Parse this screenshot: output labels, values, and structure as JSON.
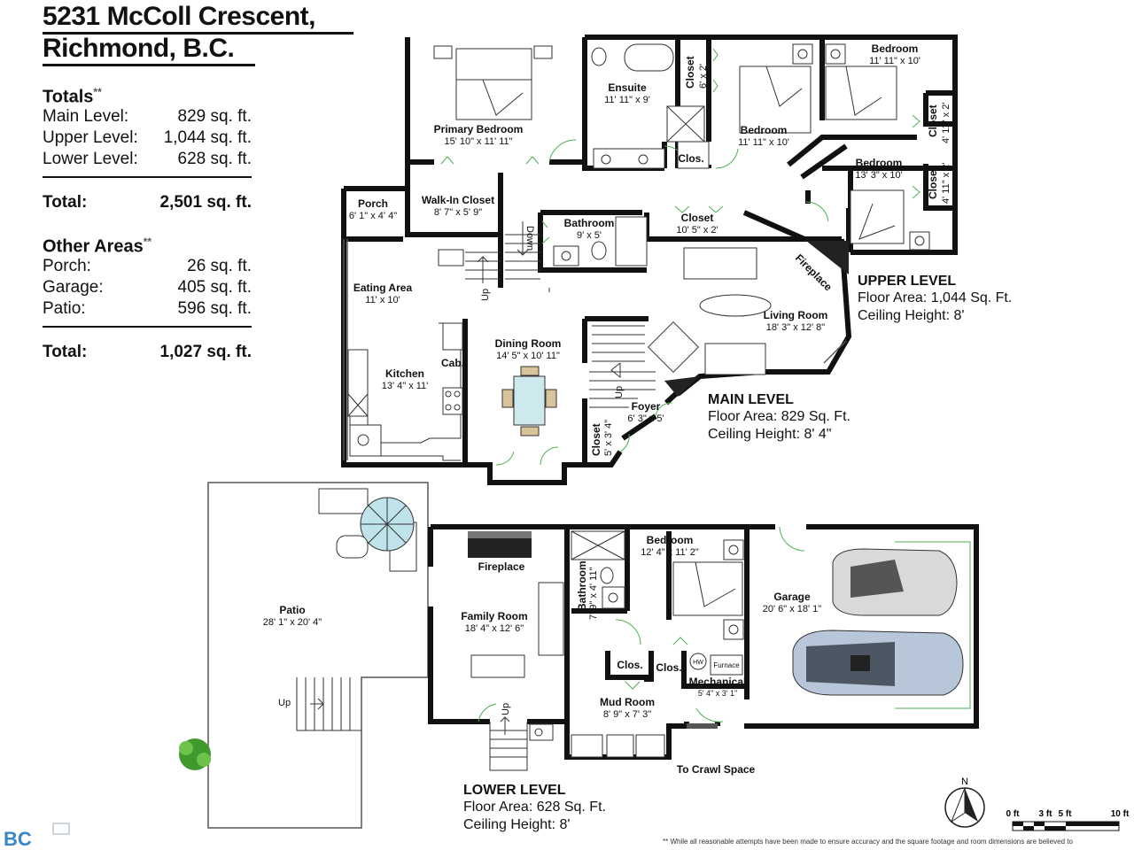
{
  "header": {
    "address_line1": "5231 McColl Crescent,",
    "address_line2": "Richmond, B.C."
  },
  "totals": {
    "heading": "Totals",
    "asterisks": "**",
    "rows": [
      {
        "label": "Main Level:",
        "value": "829 sq. ft."
      },
      {
        "label": "Upper Level:",
        "value": "1,044 sq. ft."
      },
      {
        "label": "Lower Level:",
        "value": "628 sq. ft."
      }
    ],
    "total_label": "Total:",
    "total_value": "2,501 sq. ft."
  },
  "other_areas": {
    "heading": "Other Areas",
    "asterisks": "**",
    "rows": [
      {
        "label": "Porch:",
        "value": "26 sq. ft."
      },
      {
        "label": "Garage:",
        "value": "405 sq. ft."
      },
      {
        "label": "Patio:",
        "value": "596 sq. ft."
      }
    ],
    "total_label": "Total:",
    "total_value": "1,027 sq. ft."
  },
  "levels": {
    "upper": {
      "name": "UPPER LEVEL",
      "area": "Floor Area: 1,044 Sq. Ft.",
      "ceiling": "Ceiling Height: 8'"
    },
    "main": {
      "name": "MAIN LEVEL",
      "area": "Floor Area: 829 Sq. Ft.",
      "ceiling": "Ceiling Height: 8' 4\""
    },
    "lower": {
      "name": "LOWER LEVEL",
      "area": "Floor Area:  628 Sq. Ft.",
      "ceiling": "Ceiling Height: 8'"
    }
  },
  "rooms": {
    "primary_bedroom": {
      "name": "Primary Bedroom",
      "dim": "15' 10\" x 11' 11\""
    },
    "ensuite": {
      "name": "Ensuite",
      "dim": "11' 11\" x 9'"
    },
    "closet_upper_top": {
      "name": "Closet",
      "dim": "6' x 2'"
    },
    "bedroom_upper_mid": {
      "name": "Bedroom",
      "dim": "11' 11\" x 10'"
    },
    "bedroom_upper_right": {
      "name": "Bedroom",
      "dim": "11' 11\" x 10'"
    },
    "closet_right_1": {
      "name": "Closet",
      "dim": "4' 11\" x 2'"
    },
    "closet_right_2": {
      "name": "Closet",
      "dim": "4' 11\" x 2'"
    },
    "bedroom_upper_lower": {
      "name": "Bedroom",
      "dim": "13' 3\" x 10'"
    },
    "clos_upper": {
      "name": "Clos."
    },
    "walk_in_closet": {
      "name": "Walk-In Closet",
      "dim": "8' 7\" x 5' 9\""
    },
    "porch": {
      "name": "Porch",
      "dim": "6' 1\" x 4' 4\""
    },
    "bathroom_upper": {
      "name": "Bathroom",
      "dim": "9' x 5'"
    },
    "closet_hall": {
      "name": "Closet",
      "dim": "10' 5\" x 2'"
    },
    "eating_area": {
      "name": "Eating Area",
      "dim": "11' x 10'"
    },
    "kitchen": {
      "name": "Kitchen",
      "dim": "13' 4\" x 11'"
    },
    "cab": {
      "name": "Cab."
    },
    "dining_room": {
      "name": "Dining Room",
      "dim": "14' 5\" x 10' 11\""
    },
    "living_room": {
      "name": "Living Room",
      "dim": "18' 3\" x 12' 8\""
    },
    "fireplace_main": {
      "name": "Fireplace"
    },
    "foyer": {
      "name": "Foyer",
      "dim": "6' 3\" x 5'"
    },
    "closet_foyer": {
      "name": "Closet",
      "dim": "5' x 3' 4\""
    },
    "patio": {
      "name": "Patio",
      "dim": "28' 1\" x 20' 4\""
    },
    "fireplace_lower": {
      "name": "Fireplace"
    },
    "family_room": {
      "name": "Family Room",
      "dim": "18' 4\" x 12' 6\""
    },
    "bathroom_lower": {
      "name": "Bathroom",
      "dim": "7' 9\" x 4' 11\""
    },
    "bedroom_lower": {
      "name": "Bedroom",
      "dim": "12' 4\" x 11' 2\""
    },
    "garage": {
      "name": "Garage",
      "dim": "20' 6\" x 18' 1\""
    },
    "clos_lower_1": {
      "name": "Clos."
    },
    "clos_lower_2": {
      "name": "Clos."
    },
    "mechanical": {
      "name": "Mechanical",
      "dim": "5' 4\" x 3' 1\""
    },
    "furnace": {
      "name": "Furnace"
    },
    "hw": {
      "name": "HW"
    },
    "mud_room": {
      "name": "Mud Room",
      "dim": "8' 9\" x 7' 3\""
    },
    "crawl_space": {
      "name": "To Crawl Space"
    }
  },
  "stairs": {
    "down": "Down",
    "up": "Up"
  },
  "compass": {
    "north": "N"
  },
  "scale": {
    "labels": [
      "0 ft",
      "3 ft",
      "5 ft",
      "10 ft"
    ]
  },
  "logo": {
    "text": "BC"
  },
  "disclaimer": "** While all reasonable attempts have been made to ensure accuracy and the square footage and room dimensions are believed to"
}
